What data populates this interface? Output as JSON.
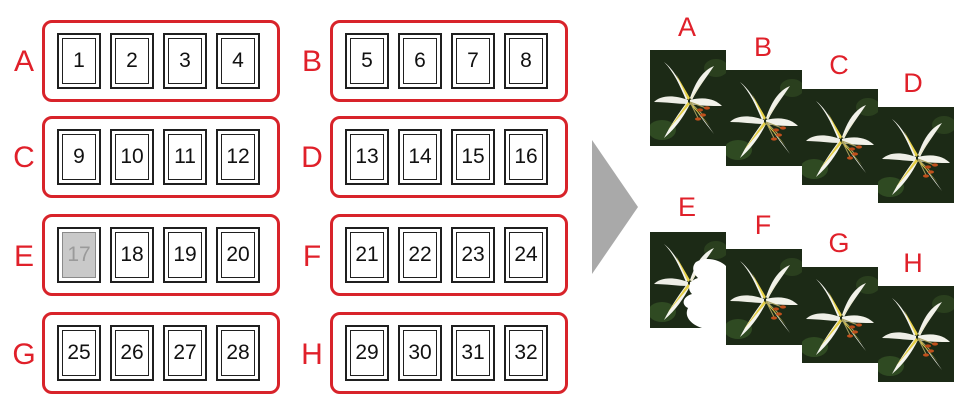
{
  "groups": [
    {
      "letter": "A",
      "pages": [
        "1",
        "2",
        "3",
        "4"
      ]
    },
    {
      "letter": "B",
      "pages": [
        "5",
        "6",
        "7",
        "8"
      ]
    },
    {
      "letter": "C",
      "pages": [
        "9",
        "10",
        "11",
        "12"
      ]
    },
    {
      "letter": "D",
      "pages": [
        "13",
        "14",
        "15",
        "16"
      ]
    },
    {
      "letter": "E",
      "pages": [
        "17",
        "18",
        "19",
        "20"
      ]
    },
    {
      "letter": "F",
      "pages": [
        "21",
        "22",
        "23",
        "24"
      ]
    },
    {
      "letter": "G",
      "pages": [
        "25",
        "26",
        "27",
        "28"
      ]
    },
    {
      "letter": "H",
      "pages": [
        "29",
        "30",
        "31",
        "32"
      ]
    }
  ],
  "missing_page": "17",
  "images": [
    {
      "letter": "A",
      "damaged": false
    },
    {
      "letter": "B",
      "damaged": false
    },
    {
      "letter": "C",
      "damaged": false
    },
    {
      "letter": "D",
      "damaged": false
    },
    {
      "letter": "E",
      "damaged": true
    },
    {
      "letter": "F",
      "damaged": false
    },
    {
      "letter": "G",
      "damaged": false
    },
    {
      "letter": "H",
      "damaged": false
    }
  ],
  "colors": {
    "accent": "#d8232a",
    "arrow": "#a9a9a9",
    "missing_cell": "#c9c9c9"
  }
}
